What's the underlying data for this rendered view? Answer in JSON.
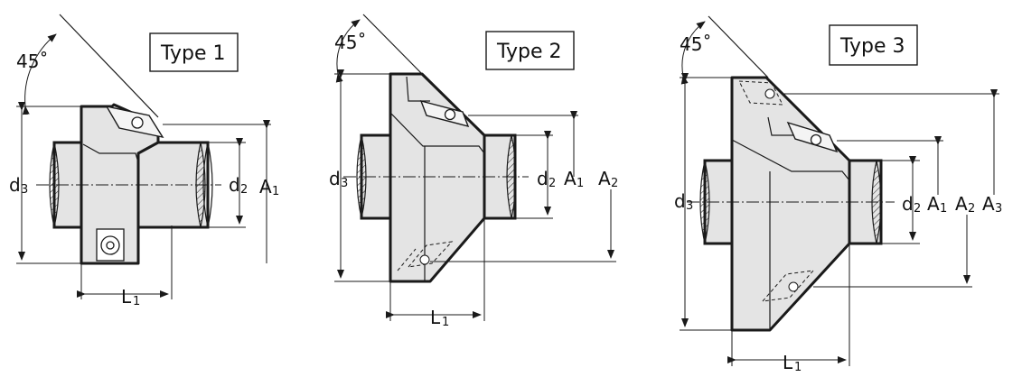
{
  "types": [
    {
      "title": "Type 1",
      "angle": "45˚",
      "d3": "d",
      "d3_sub": "3",
      "d2": "d",
      "d2_sub": "2",
      "A1": "A",
      "A1_sub": "1",
      "L1": "L",
      "L1_sub": "1"
    },
    {
      "title": "Type 2",
      "angle": "45˚",
      "d3": "d",
      "d3_sub": "3",
      "d2": "d",
      "d2_sub": "2",
      "A1": "A",
      "A1_sub": "1",
      "A2": "A",
      "A2_sub": "2",
      "L1": "L",
      "L1_sub": "1"
    },
    {
      "title": "Type 3",
      "angle": "45˚",
      "d3": "d",
      "d3_sub": "3",
      "d2": "d",
      "d2_sub": "2",
      "A1": "A",
      "A1_sub": "1",
      "A2": "A",
      "A2_sub": "2",
      "A3": "A",
      "A3_sub": "3",
      "L1": "L",
      "L1_sub": "1"
    }
  ]
}
